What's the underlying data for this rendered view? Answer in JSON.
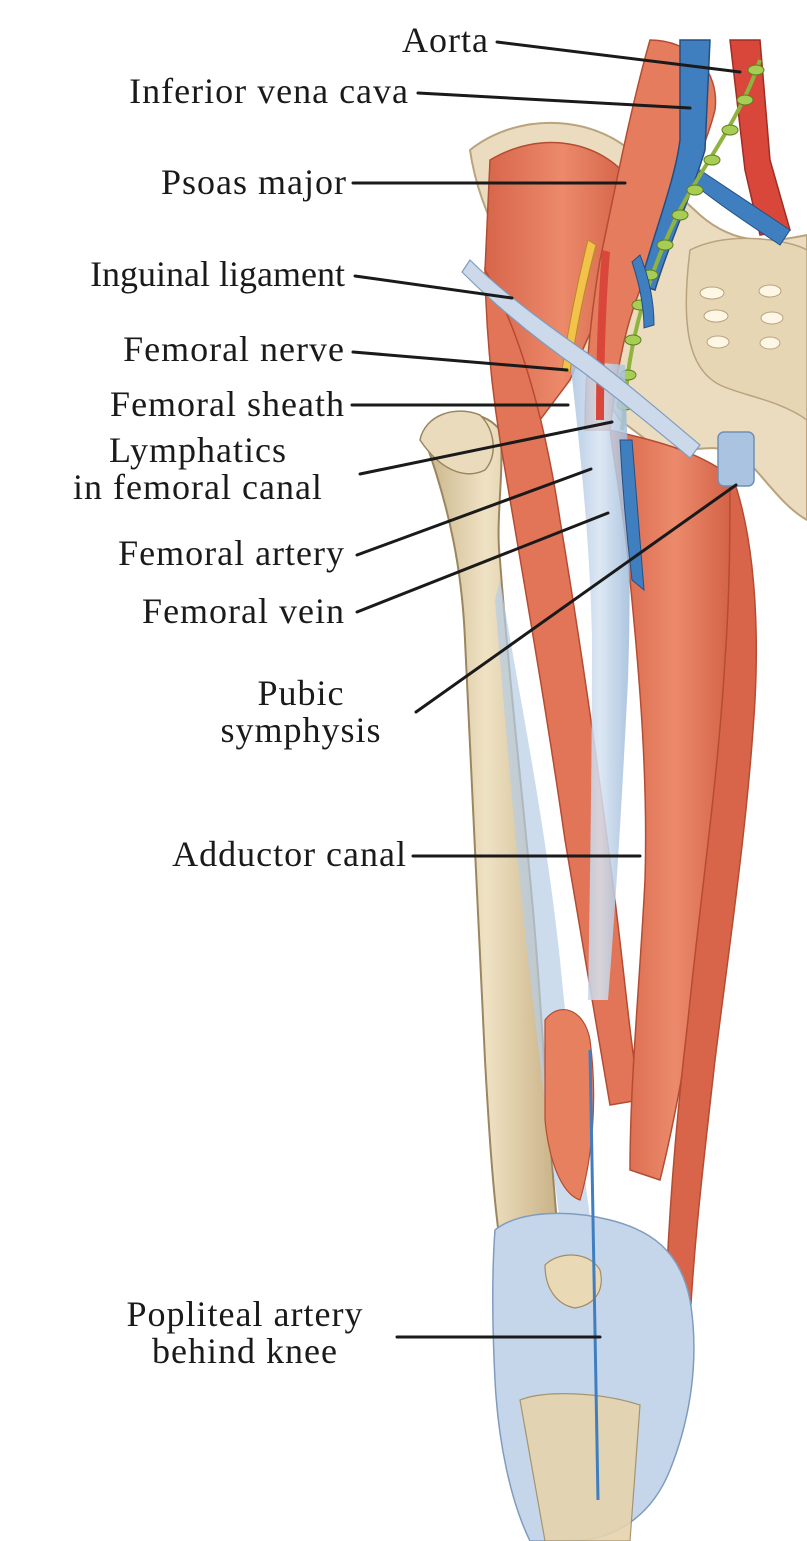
{
  "labels": {
    "aorta": "Aorta",
    "inferior_vena_cava": "Inferior vena cava",
    "psoas_major": "Psoas major",
    "inguinal_ligament": "Inguinal ligament",
    "femoral_nerve": "Femoral nerve",
    "femoral_sheath": "Femoral sheath",
    "lymphatics": [
      "Lymphatics",
      "in femoral canal"
    ],
    "femoral_artery": "Femoral artery",
    "femoral_vein": "Femoral vein",
    "pubic_symphysis": [
      "Pubic",
      "symphysis"
    ],
    "adductor_canal": "Adductor canal",
    "popliteal_artery": [
      "Popliteal artery",
      "behind knee"
    ]
  },
  "colors": {
    "muscle": "#e2795a",
    "muscle_dark": "#c9573b",
    "bone": "#e8d9b8",
    "bone_shade": "#cbb78f",
    "vein": "#3f7fc0",
    "artery": "#d9463a",
    "fascia": "#c2d5ea",
    "nerve": "#f2c24a",
    "lymph": "#9cc34a",
    "leader": "#1a1a1a"
  }
}
